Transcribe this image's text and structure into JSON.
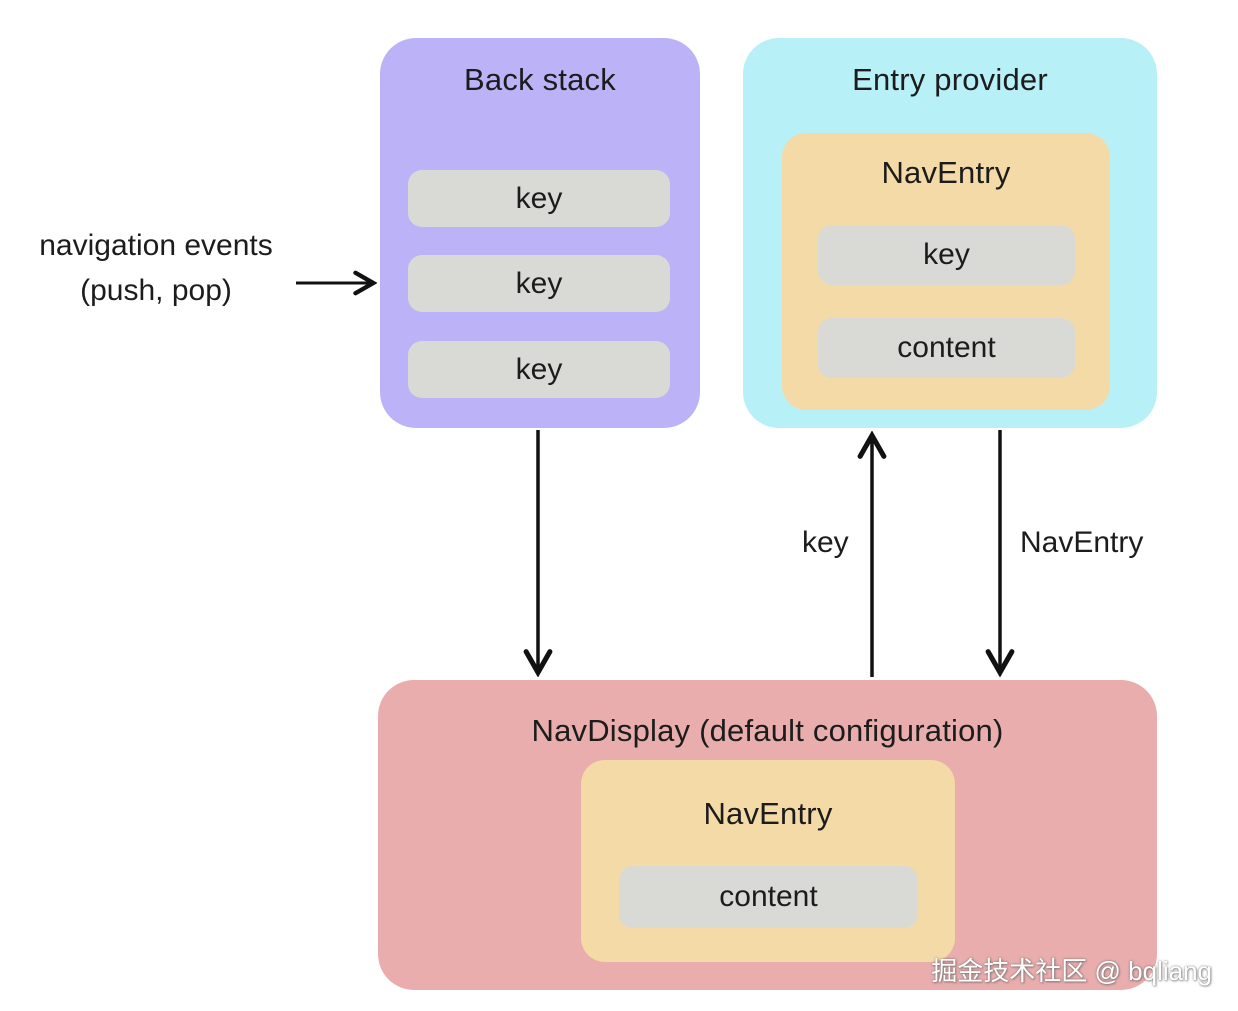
{
  "colors": {
    "back_stack_bg": "#bcb2f8",
    "entry_provider_bg": "#b8f0f8",
    "nav_entry_bg": "#f4daa6",
    "pill_bg": "#d9d9d6",
    "nav_display_bg": "#e9adad",
    "arrow": "#111111",
    "text": "#1c1c1c",
    "watermark_text": "#ffffff"
  },
  "back_stack": {
    "title": "Back stack",
    "keys": [
      "key",
      "key",
      "key"
    ]
  },
  "entry_provider": {
    "title": "Entry provider",
    "nav_entry": {
      "title": "NavEntry",
      "key_label": "key",
      "content_label": "content"
    }
  },
  "nav_display": {
    "title": "NavDisplay (default configuration)",
    "nav_entry": {
      "title": "NavEntry",
      "content_label": "content"
    }
  },
  "labels": {
    "navigation_events_line1": "navigation events",
    "navigation_events_line2": "(push, pop)",
    "key_arrow_label": "key",
    "nav_entry_arrow_label": "NavEntry"
  },
  "watermark": "掘金技术社区 @ bqliang"
}
